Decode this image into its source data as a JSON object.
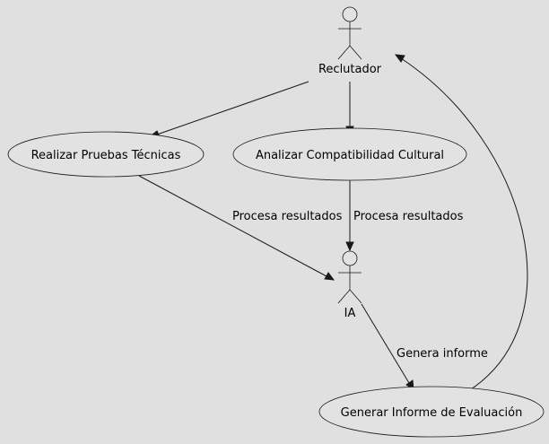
{
  "diagram": {
    "actors": {
      "recruiter": "Reclutador",
      "ai": "IA"
    },
    "use_cases": {
      "technical_tests": "Realizar Pruebas Técnicas",
      "cultural_fit": "Analizar Compatibilidad Cultural",
      "evaluation_report": "Generar Informe de Evaluación"
    },
    "edge_labels": {
      "tests_to_ai": "Procesa resultados",
      "cultural_to_ai": "Procesa resultados",
      "ai_to_report": "Genera informe"
    },
    "colors": {
      "background": "#e0e0e0",
      "element_fill": "#e2e2e2",
      "stroke": "#181818"
    }
  }
}
